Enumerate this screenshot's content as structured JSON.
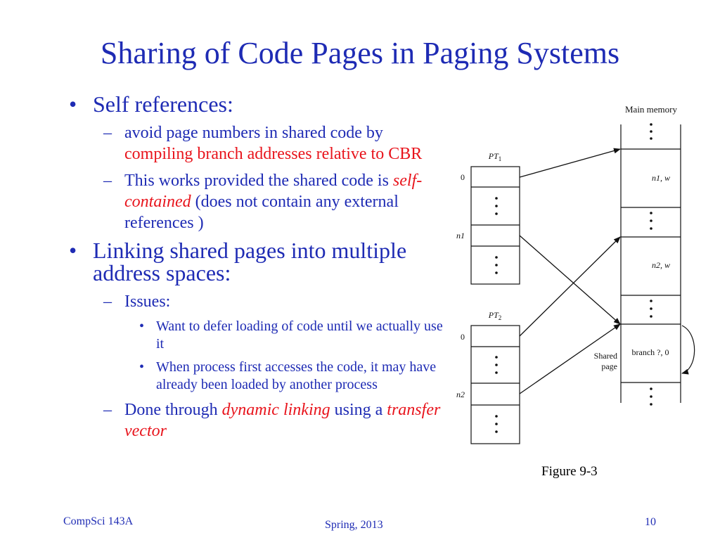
{
  "slide": {
    "title": "Sharing of Code Pages in Paging Systems"
  },
  "bullets": {
    "self_ref": "Self references:",
    "avoid_1": "avoid page numbers in shared code by ",
    "avoid_2": "compiling branch addresses relative to CBR",
    "works_1": "This works provided the shared code is ",
    "works_2": "self-contained",
    "works_3": " (does not contain any  external references )",
    "linking": "Linking shared pages into multiple address spaces:",
    "issues": "Issues:",
    "defer": "Want to defer loading of code until we actually use it",
    "first_access": "When process first accesses the code, it may have already been loaded by another process",
    "done_1": "Done through ",
    "done_2": "dynamic linking",
    "done_3": " using a ",
    "done_4": "transfer vector",
    "dash": "–",
    "bullet": "•"
  },
  "diagram": {
    "main_memory": "Main memory",
    "pt1": "PT",
    "pt1_sub": "1",
    "pt2": "PT",
    "pt2_sub": "2",
    "pt1_row0": "0",
    "pt1_rown1": "n1",
    "pt2_row0": "0",
    "pt2_rown2": "n2",
    "mem_n1w": "n1, w",
    "mem_n2w": "n2, w",
    "mem_branch": "branch ?, 0",
    "shared_label_1": "Shared",
    "shared_label_2": "page",
    "caption": "Figure 9-3"
  },
  "footer": {
    "course": "CompSci 143A",
    "term": "Spring, 2013",
    "page": "10"
  }
}
